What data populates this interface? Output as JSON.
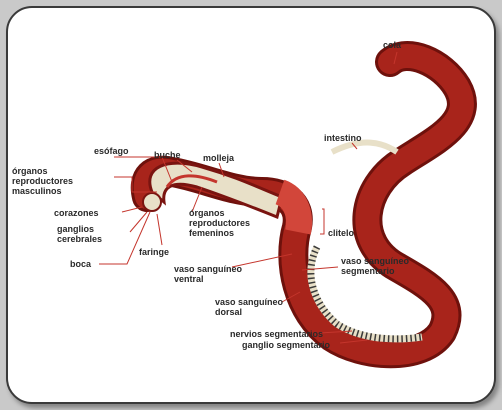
{
  "diagram": {
    "labels": {
      "cola": "cola",
      "intestino": "intestino",
      "esofago": "esófago",
      "buche": "buche",
      "molleja": "molleja",
      "organos_masc_1": "órganos",
      "organos_masc_2": "reproductores",
      "organos_masc_3": "masculinos",
      "corazones": "corazones",
      "ganglios_1": "ganglios",
      "ganglios_2": "cerebrales",
      "boca": "boca",
      "organos_fem_1": "órganos",
      "organos_fem_2": "reproductores",
      "organos_fem_3": "femeninos",
      "faringe": "faringe",
      "clitelo": "clitelo",
      "vaso_ventral_1": "vaso sanguíneo",
      "vaso_ventral_2": "ventral",
      "vaso_segmentario_1": "vaso sanguíneo",
      "vaso_segmentario_2": "segmentario",
      "vaso_dorsal_1": "vaso sanguíneo",
      "vaso_dorsal_2": "dorsal",
      "nervios": "nervios segmentarios",
      "ganglio_seg": "ganglio segmentario"
    },
    "colors": {
      "body_dark": "#7a1410",
      "body_mid": "#a8241b",
      "body_light": "#c8483a",
      "clitellum": "#d2463a",
      "interior": "#e8e0c8",
      "leader": "#c4352c"
    }
  }
}
